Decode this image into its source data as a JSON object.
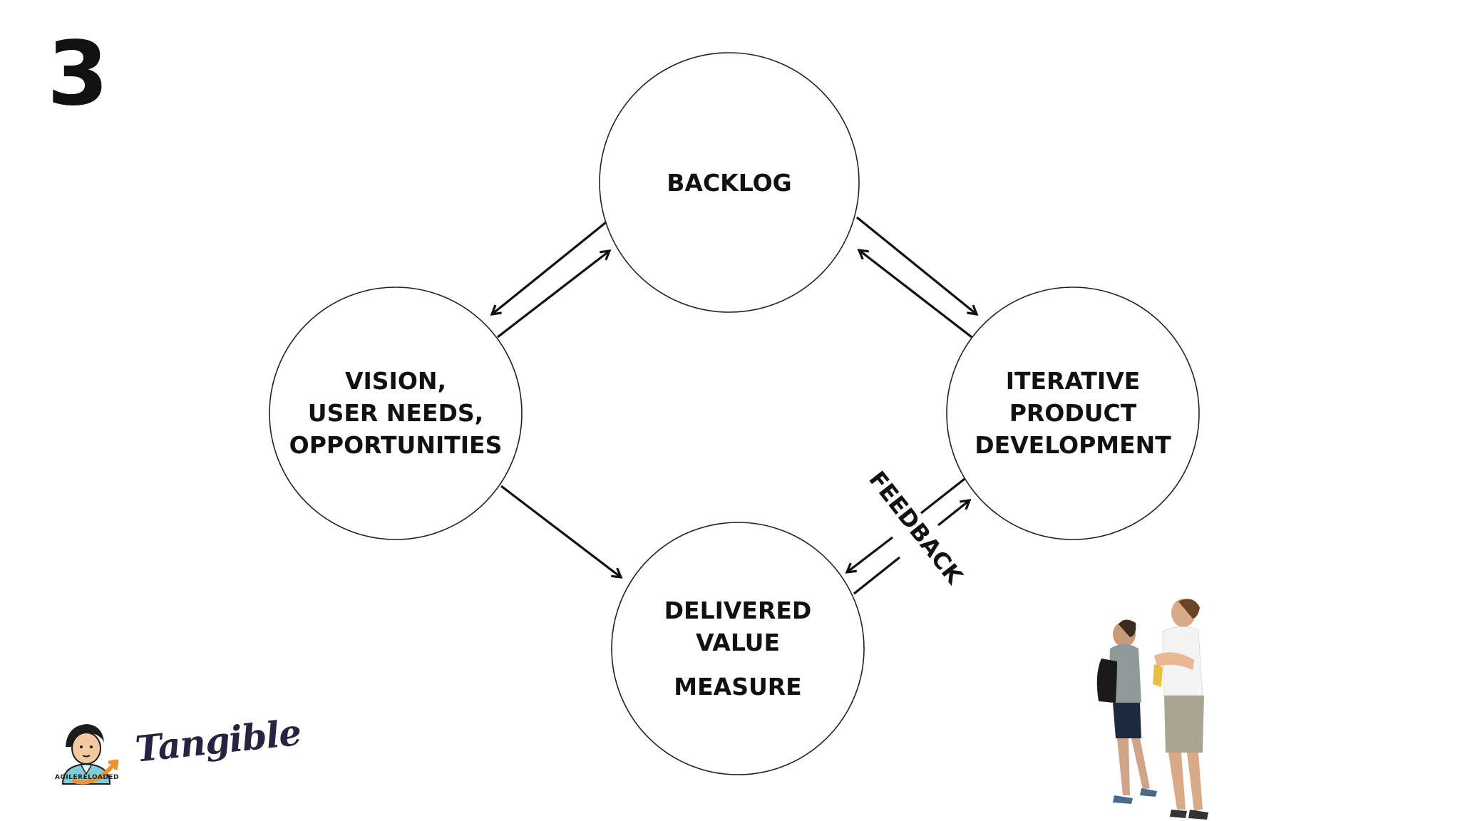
{
  "slide_number": "3",
  "nodes": {
    "backlog": [
      "BACKLOG"
    ],
    "vision": [
      "VISION,",
      "USER NEEDS,",
      "OPPORTUNITIES"
    ],
    "iterative": [
      "ITERATIVE",
      "PRODUCT",
      "DEVELOPMENT"
    ],
    "delivered": [
      "DELIVERED",
      "VALUE"
    ],
    "measure": "MEASURE"
  },
  "feedback_label": "FEEDBACK",
  "logos": {
    "agile_text": "AGILERELOADED",
    "tangible_text": "Tangible"
  },
  "icons": [
    "agilereloaded-logo-icon",
    "people-looking-up-photo"
  ]
}
